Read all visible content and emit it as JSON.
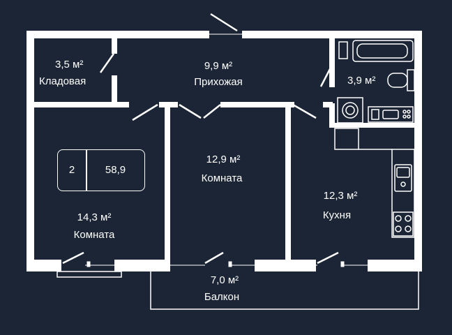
{
  "rooms": {
    "storage": {
      "area": "3,5 м²",
      "name": "Кладовая"
    },
    "hallway": {
      "area": "9,9 м²",
      "name": "Прихожая"
    },
    "bathroom": {
      "area": "3,9 м²"
    },
    "room_left": {
      "area": "14,3 м²",
      "name": "Комната"
    },
    "room_center": {
      "area": "12,9 м²",
      "name": "Комната"
    },
    "kitchen": {
      "area": "12,3 м²",
      "name": "Кухня"
    },
    "balcony": {
      "area": "7,0 м²",
      "name": "Балкон"
    }
  },
  "badge": {
    "rooms": "2",
    "total_area": "58,9"
  },
  "colors": {
    "background": "#1b2535",
    "wall": "#ffffff"
  }
}
